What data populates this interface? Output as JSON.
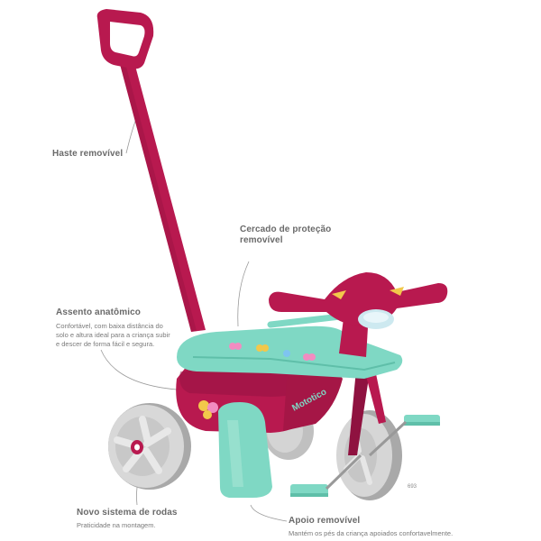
{
  "callouts": {
    "handle": {
      "title": "Haste removível"
    },
    "guard": {
      "title_line1": "Cercado de proteção",
      "title_line2": "removível"
    },
    "seat": {
      "title": "Assento anatômico",
      "desc_line1": "Confortável, com baixa distância do",
      "desc_line2": "solo e altura ideal para a criança subir",
      "desc_line3": "e descer de forma fácil e segura."
    },
    "wheels": {
      "title": "Novo sistema de rodas",
      "desc": "Praticidade na montagem."
    },
    "footrest": {
      "title": "Apoio removível",
      "desc": "Mantém os pés da criança apoiados confortavelmente."
    }
  },
  "product": {
    "brand_text": "Mototico",
    "model_code": "693",
    "colors": {
      "body": "#b8194f",
      "body_dark": "#8f1240",
      "accent": "#7fd8c4",
      "accent_dark": "#5fbfa9",
      "wheel": "#d4d4d4",
      "wheel_dark": "#a9a9a9",
      "callout_line": "#9a9a9a"
    }
  }
}
